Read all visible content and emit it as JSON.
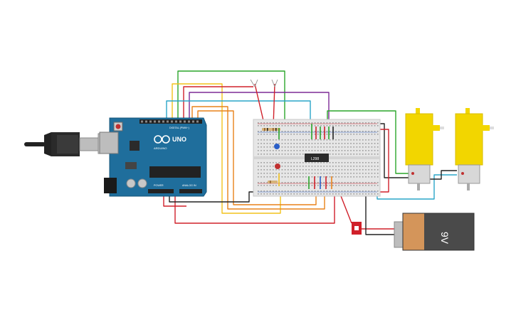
{
  "arduino": {
    "model_label": "UNO",
    "brand_label": "ARDUINO",
    "digital_label": "DIGITAL (PWM~)",
    "power_label": "POWER",
    "analog_label": "ANALOG IN",
    "board_color": "#1f6e9c"
  },
  "driver_chip": {
    "label": "L298"
  },
  "battery": {
    "label": "9V",
    "body_color": "#4a4a4a",
    "cap_color": "#d4955a"
  },
  "motors": {
    "body_color": "#f2d600"
  },
  "wire_colors": {
    "red": "#d0202a",
    "green": "#2aa52a",
    "yellow": "#f2c21b",
    "orange": "#e8821a",
    "purple": "#7d2a96",
    "cyan": "#2aa6c9",
    "black": "#222222",
    "blue": "#2b5fc8",
    "brown": "#8b5a2b"
  }
}
